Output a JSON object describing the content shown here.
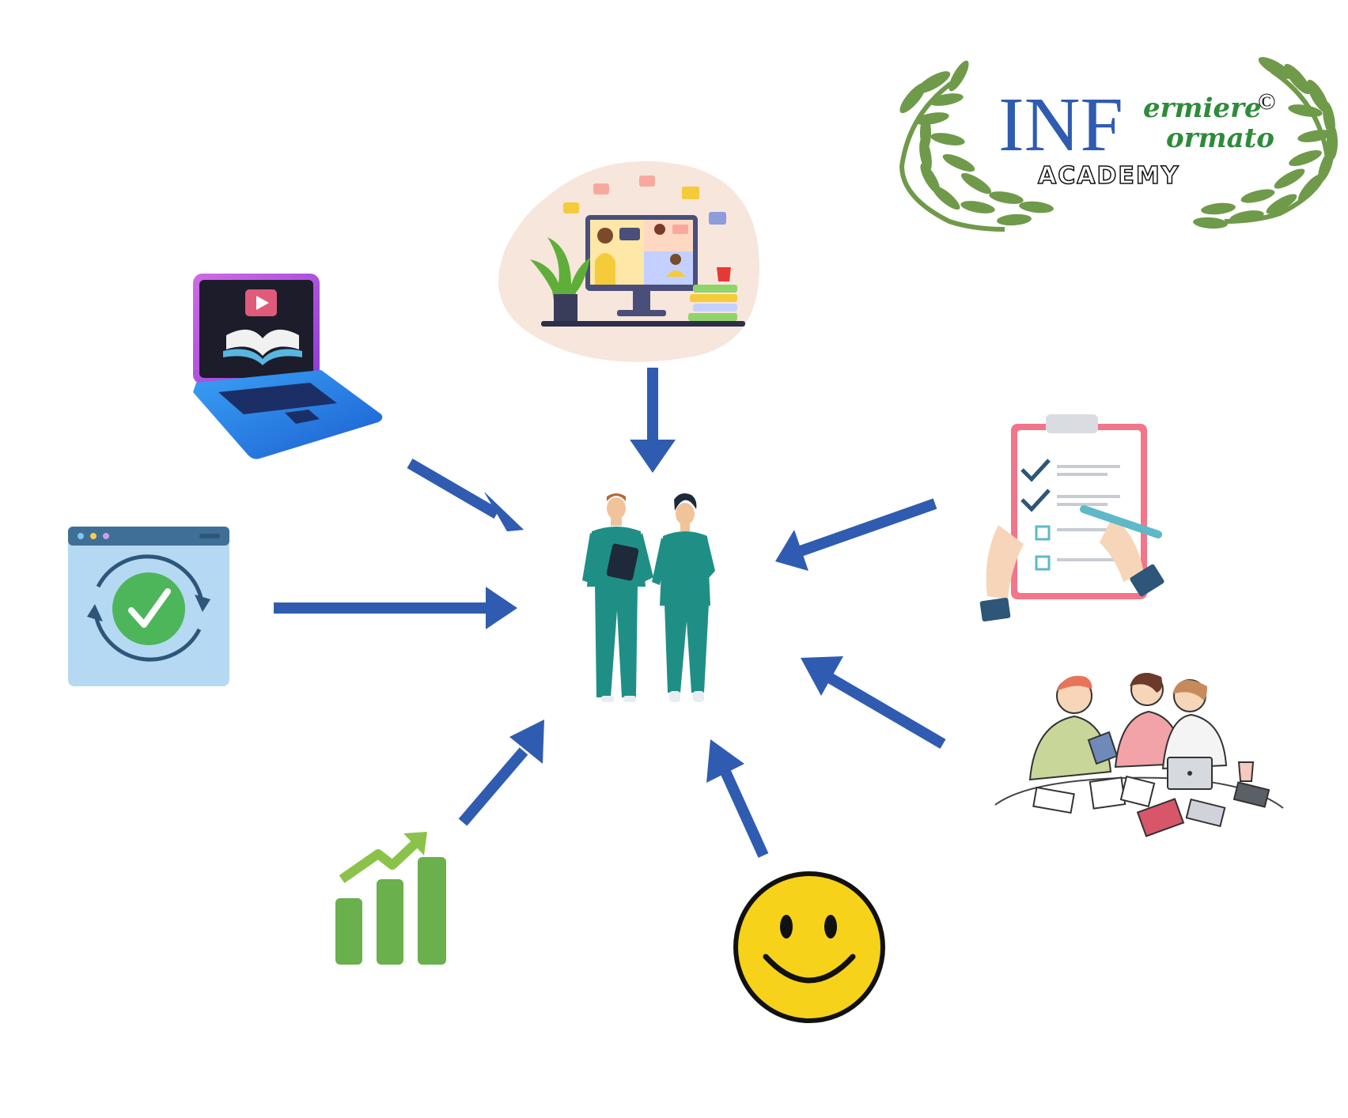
{
  "logo": {
    "wordmark": "INF",
    "line1": "ermiere",
    "line2": "ormato",
    "copyright": "©",
    "tagline": "ACADEMY"
  },
  "icons": [
    "laptop-ebook-icon",
    "video-lesson-icon",
    "checklist-clipboard-icon",
    "browser-sync-check-icon",
    "study-group-icon",
    "growth-bar-chart-icon",
    "smiley-face-icon",
    "nurses-icon"
  ],
  "colors": {
    "arrow": "#2f5cb0",
    "logo_blue": "#2f5cb0",
    "logo_green": "#2e8b3a",
    "laurel": "#6f9a4a",
    "smiley": "#f6d21a",
    "chart_green": "#6ab04c",
    "scrubs": "#1f8f86"
  }
}
